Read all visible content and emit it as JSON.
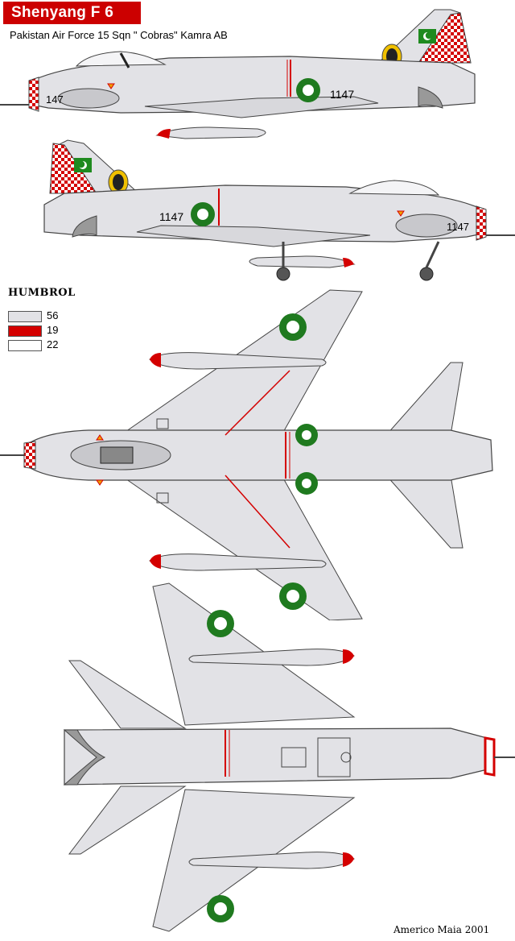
{
  "title": "Shenyang  F 6",
  "subtitle": "Pakistan Air Force 15 Sqn \" Cobras\" Kamra AB",
  "serial": "1147",
  "serial_short": "147",
  "humbrol": {
    "title": "HUMBROL",
    "swatches": [
      {
        "code": "56",
        "color": "#e2e2e6"
      },
      {
        "code": "19",
        "color": "#d40000"
      },
      {
        "code": "22",
        "color": "#ffffff"
      }
    ]
  },
  "credit": "Americo Maia   2001",
  "colors": {
    "aircraft_grey": "#e2e2e6",
    "red": "#d40000",
    "roundel_green": "#1f7a1f",
    "tail_green": "#1f8a1f",
    "lines": "#444444"
  }
}
